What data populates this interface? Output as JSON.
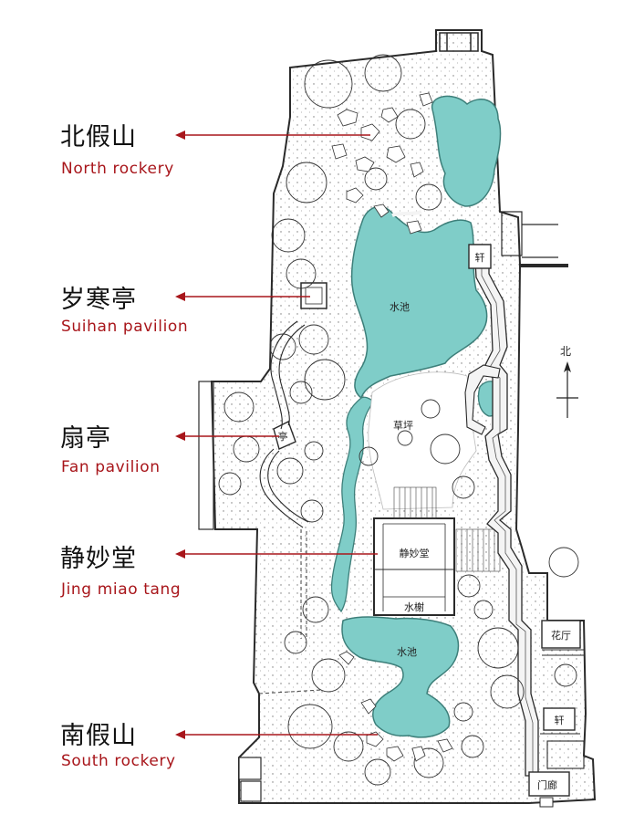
{
  "labels": [
    {
      "cn": "北假山",
      "en": "North rockery"
    },
    {
      "cn": "岁寒亭",
      "en": "Suihan pavilion"
    },
    {
      "cn": "扇亭",
      "en": "Fan pavilion"
    },
    {
      "cn": "静妙堂",
      "en": "Jing miao tang"
    },
    {
      "cn": "南假山",
      "en": "South rockery"
    }
  ],
  "map_text": {
    "pond_north": "水池",
    "pond_south": "水池",
    "lawn": "草坪",
    "hall": "静妙堂",
    "waterside": "水榭",
    "xuan_north": "轩",
    "xuan_south": "轩",
    "flower_hall": "花厅",
    "gate_corridor": "门廊",
    "fan_pavilion_mark": "亭",
    "north_arrow": "北"
  },
  "colors": {
    "water": "#7fcdc8",
    "water_edge": "#3d7f7a",
    "arrow": "#a8161b",
    "label_en": "#a8161b",
    "plan_line": "#2a2a2a"
  }
}
